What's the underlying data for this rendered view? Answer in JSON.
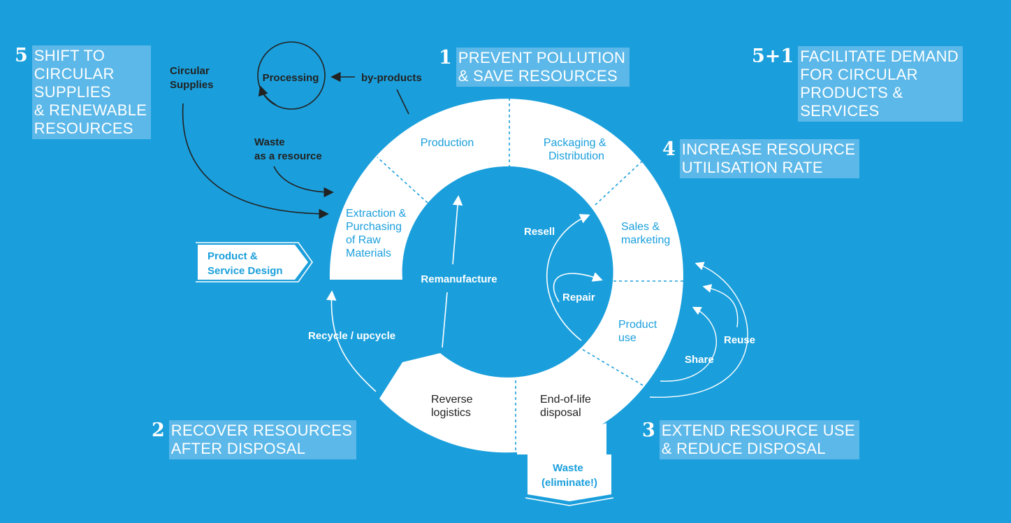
{
  "strategies": [
    {
      "number": "5",
      "lines": [
        "SHIFT TO",
        "CIRCULAR",
        "SUPPLIES",
        "& RENEWABLE",
        "RESOURCES"
      ]
    },
    {
      "number": "1",
      "lines": [
        "PREVENT POLLUTION",
        "& SAVE RESOURCES"
      ]
    },
    {
      "number": "5+1",
      "lines": [
        "FACILITATE DEMAND",
        "FOR CIRCULAR",
        "PRODUCTS &",
        "SERVICES"
      ]
    },
    {
      "number": "4",
      "lines": [
        "INCREASE RESOURCE",
        "UTILISATION RATE"
      ]
    },
    {
      "number": "2",
      "lines": [
        "RECOVER RESOURCES",
        "AFTER DISPOSAL"
      ]
    },
    {
      "number": "3",
      "lines": [
        "EXTEND RESOURCE USE",
        "& REDUCE DISPOSAL"
      ]
    }
  ],
  "ring_segments": {
    "production": [
      "Production"
    ],
    "packaging": [
      "Packaging &",
      "Distribution"
    ],
    "sales": [
      "Sales &",
      "marketing"
    ],
    "product_use": [
      "Product",
      "use"
    ],
    "end_of_life": [
      "End-of-life",
      "disposal"
    ],
    "reverse_logistics": [
      "Reverse",
      "logistics"
    ],
    "extraction": [
      "Extraction &",
      "Purchasing",
      "of Raw",
      "Materials"
    ]
  },
  "loops": {
    "processing": "Processing",
    "by_products": "by-products",
    "circular_supplies": [
      "Circular",
      "Supplies"
    ],
    "waste_resource": [
      "Waste",
      "as a resource"
    ],
    "resell": "Resell",
    "repair": "Repair",
    "remanufacture": "Remanufacture",
    "recycle": "Recycle / upcycle",
    "reuse": "Reuse",
    "share": "Share"
  },
  "design_tag": [
    "Product &",
    "Service Design"
  ],
  "waste_tag": [
    "Waste",
    "(eliminate!)"
  ],
  "colors": {
    "background": "#1a9fdc",
    "ring": "#ffffff",
    "ring_text": "#1a9fdc",
    "dark_text": "#222222",
    "highlight_box": "#5bb8e9"
  }
}
